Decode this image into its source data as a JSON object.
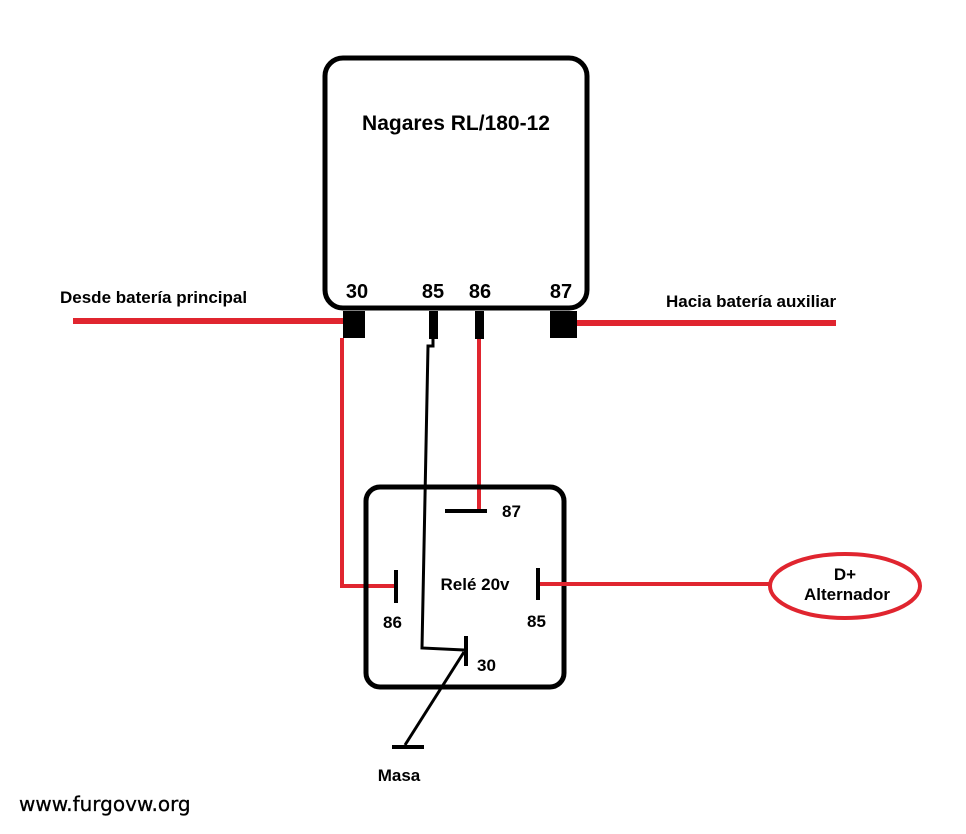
{
  "main_relay": {
    "title": "Nagares RL/180-12",
    "pins": {
      "p30": "30",
      "p85": "85",
      "p86": "86",
      "p87": "87"
    }
  },
  "left_label": "Desde batería principal",
  "right_label": "Hacia batería auxiliar",
  "small_relay": {
    "title": "Relé 20v",
    "pins": {
      "p87": "87",
      "p86": "86",
      "p85": "85",
      "p30": "30"
    }
  },
  "alternator": {
    "line1": "D+",
    "line2": "Alternador"
  },
  "ground_label": "Masa",
  "watermark": "www.furgovw.org",
  "colors": {
    "wire_red": "#e0252f",
    "wire_black": "#000000",
    "outline": "#000000"
  }
}
